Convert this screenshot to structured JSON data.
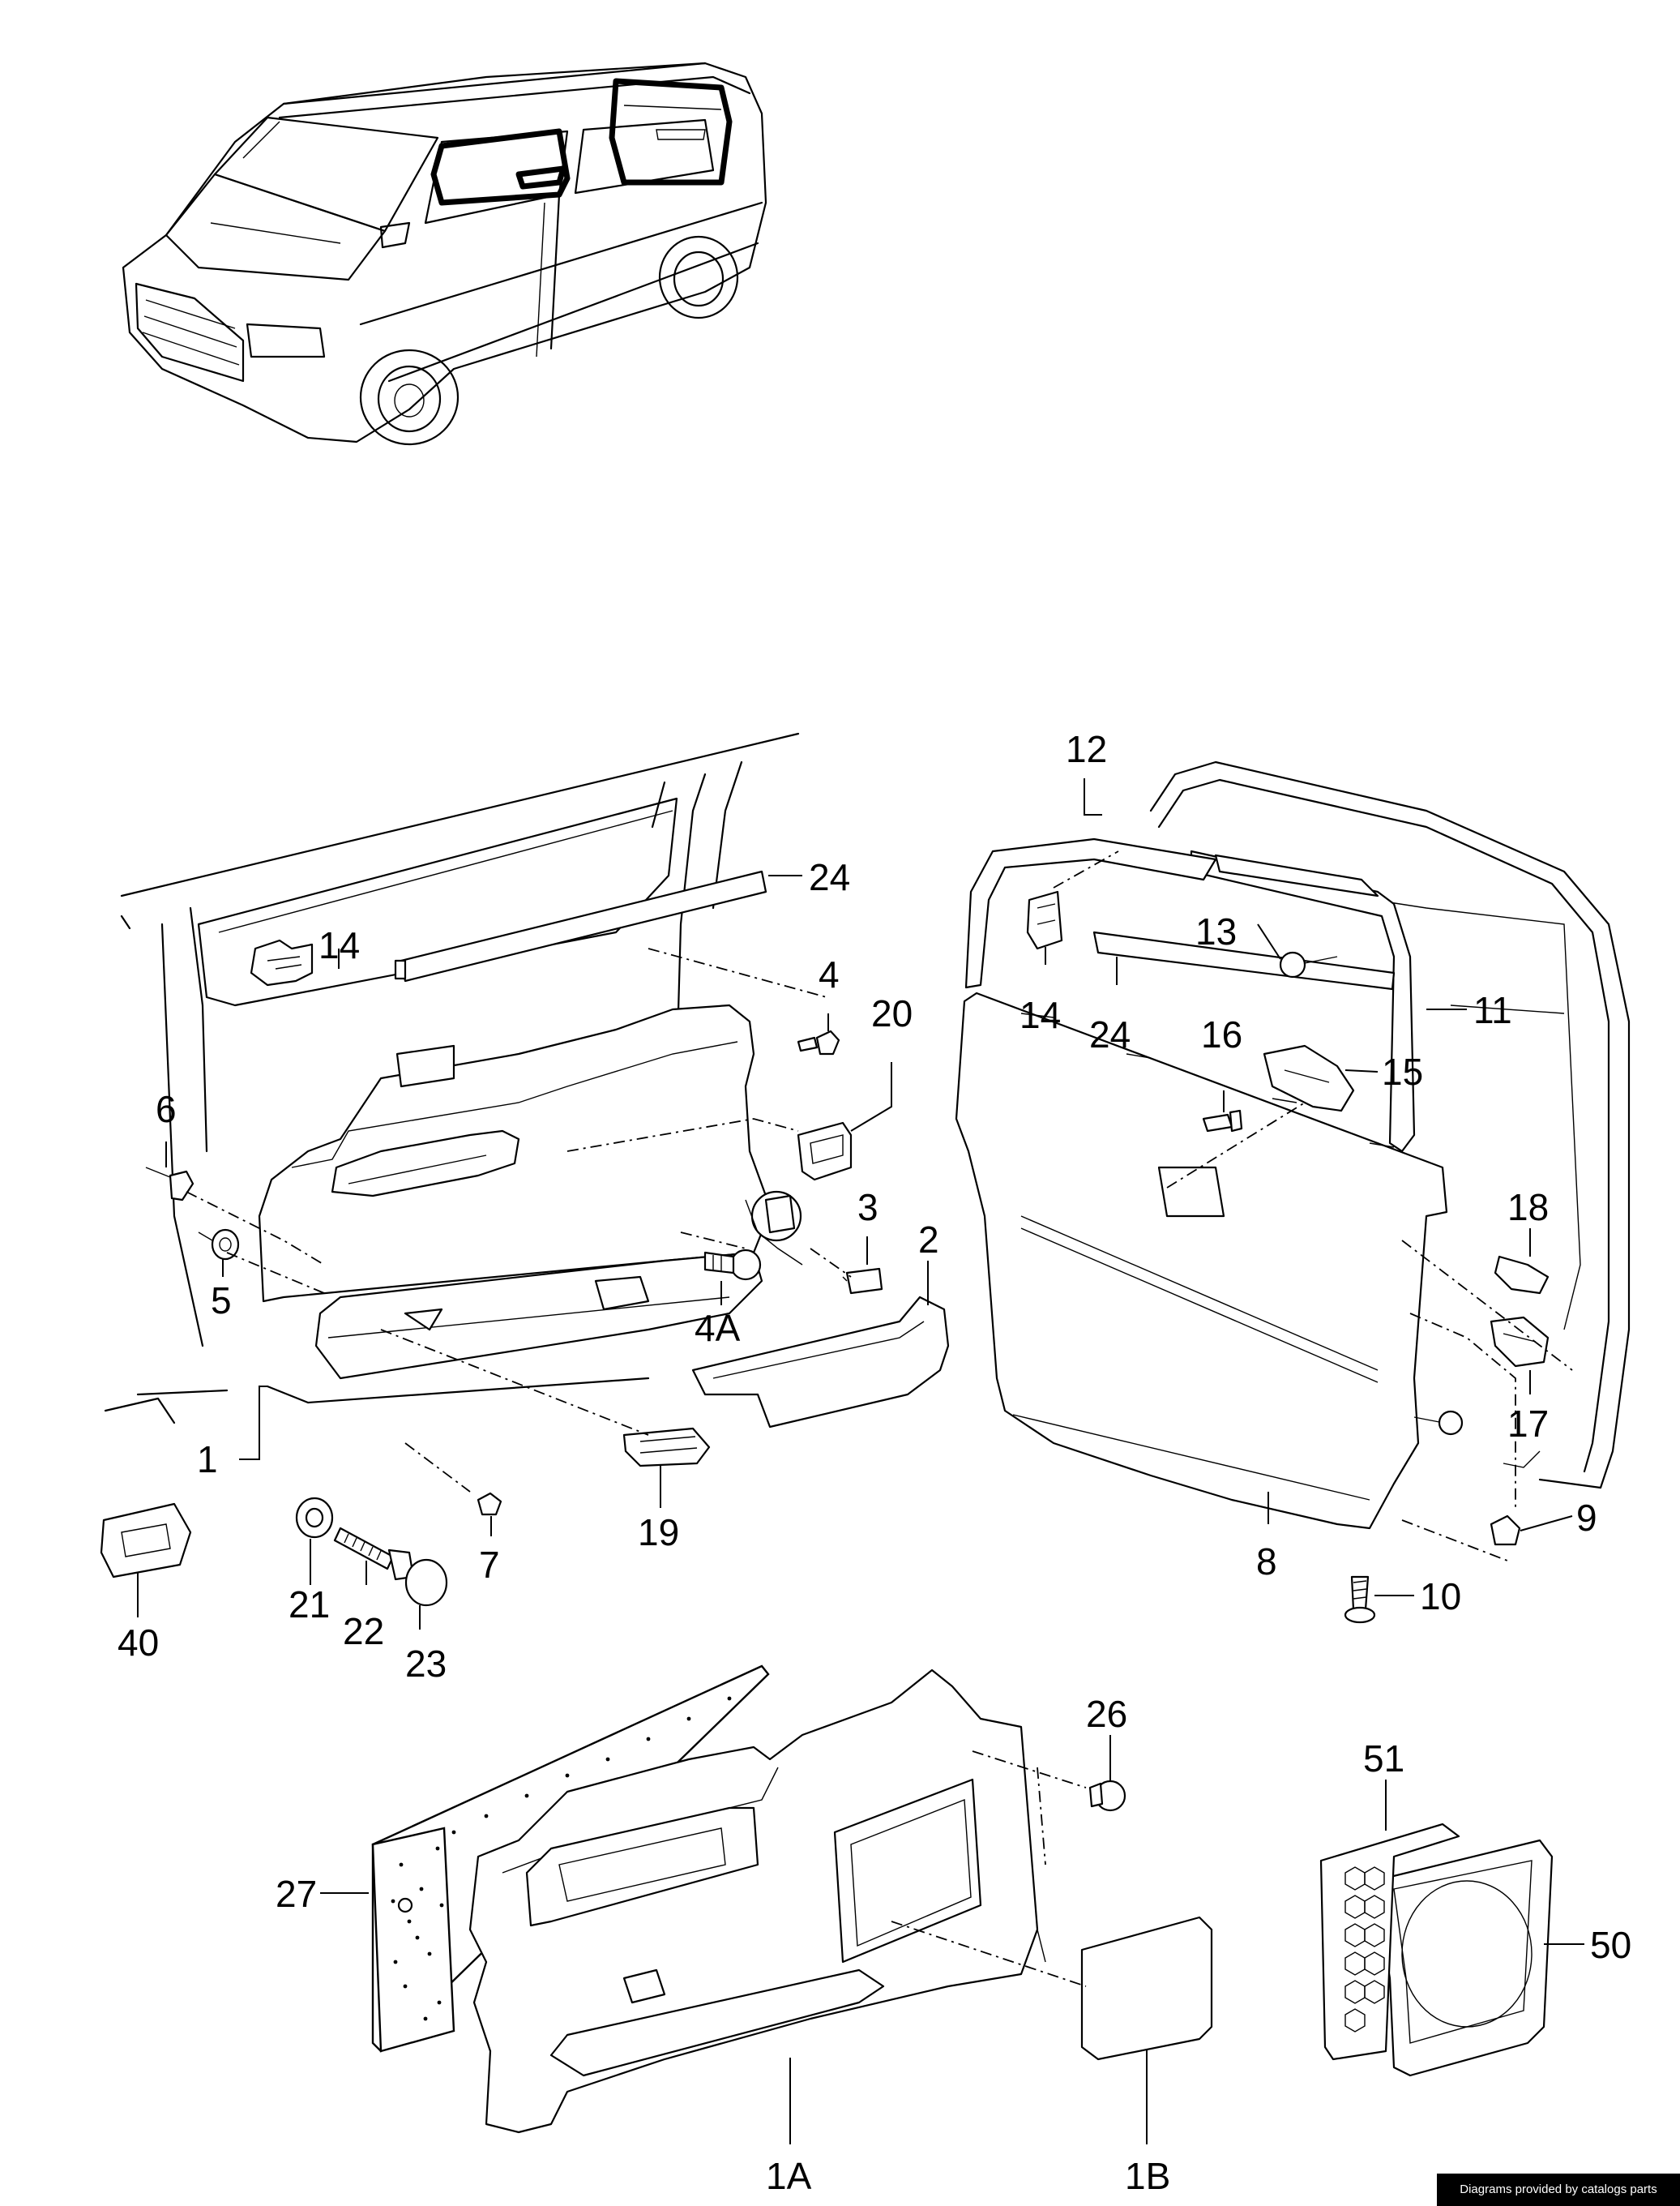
{
  "callouts": [
    {
      "id": "c12",
      "text": "12"
    },
    {
      "id": "c24a",
      "text": "24"
    },
    {
      "id": "c14a",
      "text": "14"
    },
    {
      "id": "c4",
      "text": "4"
    },
    {
      "id": "c20",
      "text": "20"
    },
    {
      "id": "c6",
      "text": "6"
    },
    {
      "id": "c5",
      "text": "5"
    },
    {
      "id": "c3",
      "text": "3"
    },
    {
      "id": "c2",
      "text": "2"
    },
    {
      "id": "c4A",
      "text": "4A"
    },
    {
      "id": "c1",
      "text": "1"
    },
    {
      "id": "c7",
      "text": "7"
    },
    {
      "id": "c19",
      "text": "19"
    },
    {
      "id": "c21",
      "text": "21"
    },
    {
      "id": "c22",
      "text": "22"
    },
    {
      "id": "c23",
      "text": "23"
    },
    {
      "id": "c40",
      "text": "40"
    },
    {
      "id": "c13",
      "text": "13"
    },
    {
      "id": "c11",
      "text": "11"
    },
    {
      "id": "c14b",
      "text": "14"
    },
    {
      "id": "c24b",
      "text": "24"
    },
    {
      "id": "c16",
      "text": "16"
    },
    {
      "id": "c15",
      "text": "15"
    },
    {
      "id": "c18",
      "text": "18"
    },
    {
      "id": "c17",
      "text": "17"
    },
    {
      "id": "c9",
      "text": "9"
    },
    {
      "id": "c8",
      "text": "8"
    },
    {
      "id": "c10",
      "text": "10"
    },
    {
      "id": "c26",
      "text": "26"
    },
    {
      "id": "c51",
      "text": "51"
    },
    {
      "id": "c27",
      "text": "27"
    },
    {
      "id": "c50",
      "text": "50"
    },
    {
      "id": "c1A",
      "text": "1A"
    },
    {
      "id": "c1B",
      "text": "1B"
    }
  ],
  "footer": {
    "credit": "Diagrams provided by catalogs parts"
  }
}
